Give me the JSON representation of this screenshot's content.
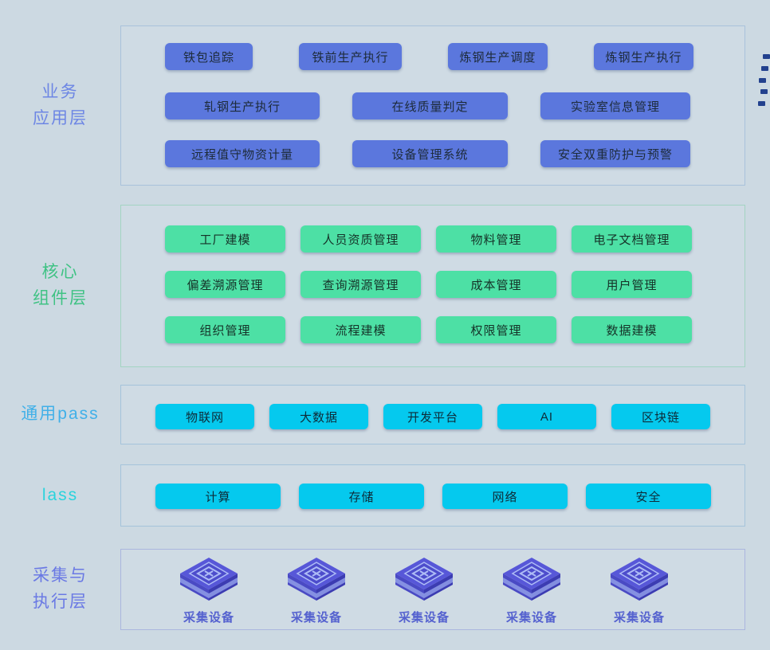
{
  "background_color": "#ccd9e2",
  "layers": [
    {
      "name": "业务应用层",
      "label_lines": [
        "业务",
        "应用层"
      ],
      "label_color": "#6d86e4",
      "border_color": "#a9c2db",
      "accent": "#5b77dd",
      "button_text_color": "#1d2b3a",
      "rows": [
        [
          "铁包追踪",
          "铁前生产执行",
          "炼钢生产调度",
          "炼钢生产执行"
        ],
        [
          "轧钢生产执行",
          "在线质量判定",
          "实验室信息管理"
        ],
        [
          "远程值守物资计量",
          "设备管理系统",
          "安全双重防护与预警"
        ]
      ]
    },
    {
      "name": "核心组件层",
      "label_lines": [
        "核心",
        "组件层"
      ],
      "label_color": "#3fc284",
      "border_color": "#a3d4c2",
      "accent": "#4de0a5",
      "button_text_color": "#153228",
      "rows": [
        [
          "工厂建模",
          "人员资质管理",
          "物料管理",
          "电子文档管理"
        ],
        [
          "偏差溯源管理",
          "查询溯源管理",
          "成本管理",
          "用户管理"
        ],
        [
          "组织管理",
          "流程建模",
          "权限管理",
          "数据建模"
        ]
      ]
    },
    {
      "name": "通用pass",
      "label_lines": [
        "通用pass"
      ],
      "label_color": "#41b0e8",
      "border_color": "#a5c3da",
      "accent": "#05c9ee",
      "button_text_color": "#0e2c39",
      "rows": [
        [
          "物联网",
          "大数据",
          "开发平台",
          "AI",
          "区块链"
        ]
      ]
    },
    {
      "name": "lass",
      "label_lines": [
        "lass"
      ],
      "label_color": "#2ad3dc",
      "border_color": "#a5c3da",
      "accent": "#05c9ee",
      "button_text_color": "#0e2c39",
      "rows": [
        [
          "计算",
          "存储",
          "网络",
          "安全"
        ]
      ]
    },
    {
      "name": "采集与执行层",
      "label_lines": [
        "采集与",
        "执行层"
      ],
      "label_color": "#6a79e4",
      "border_color": "#aab6de",
      "device_label_color": "#5562cf",
      "devices": [
        {
          "icon": "chip-cube-icon",
          "label": "采集设备"
        },
        {
          "icon": "chip-cube-icon",
          "label": "采集设备"
        },
        {
          "icon": "chip-cube-icon",
          "label": "采集设备"
        },
        {
          "icon": "chip-cube-icon",
          "label": "采集设备"
        },
        {
          "icon": "chip-cube-icon",
          "label": "采集设备"
        }
      ]
    }
  ],
  "cube_colors": {
    "top": "#5757d8",
    "inner_top": "#4d4dcc",
    "left": "#4a4ac4",
    "right": "#3c3cb2",
    "band": "#8f9ce8",
    "glyph": "#aebcf6"
  },
  "decoration": {
    "dash_color": "#22418e",
    "dash_count": 5
  }
}
